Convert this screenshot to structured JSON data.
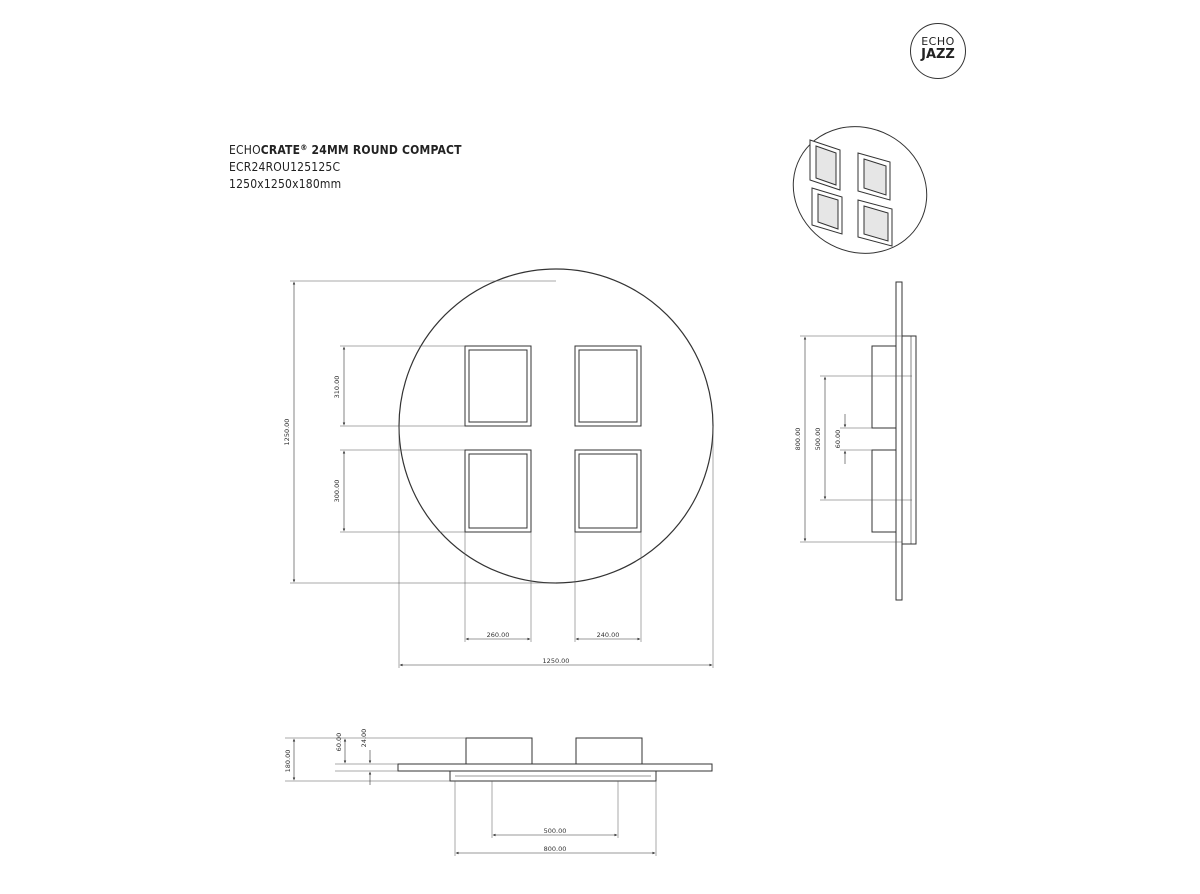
{
  "brand": {
    "logo_line1": "ECHO",
    "logo_line2": "JAZZ"
  },
  "product": {
    "name_light": "ECHO",
    "name_bold": "CRATE",
    "registered": "®",
    "name_rest": " 24MM ROUND COMPACT",
    "code": "ECR24ROU125125C",
    "size": "1250x1250x180mm"
  },
  "dimensions": {
    "front_height": "1250.00",
    "front_width": "1250.00",
    "crate_height_top": "310.00",
    "crate_height_bottom": "300.00",
    "crate_width_left": "260.00",
    "crate_width_right": "240.00",
    "side_overall": "800.00",
    "side_inner": "500.00",
    "side_gap": "60.00",
    "bottom_total_depth": "180.00",
    "bottom_crate_depth": "60.00",
    "bottom_panel_thickness": "24.00",
    "bottom_inner": "500.00",
    "bottom_outer": "800.00"
  }
}
